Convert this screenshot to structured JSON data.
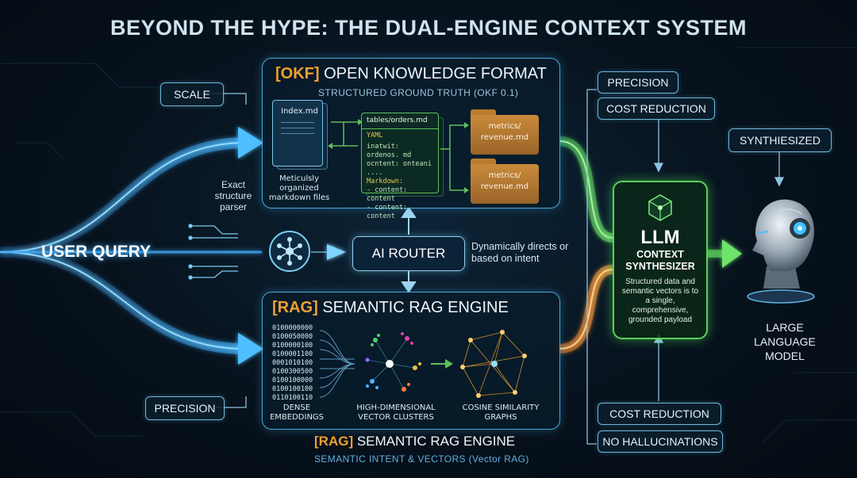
{
  "title": "BEYOND THE HYPE: THE DUAL-ENGINE CONTEXT SYSTEM",
  "left": {
    "user_query": "USER QUERY",
    "scale_label": "SCALE",
    "precision_label": "PRECISION",
    "parser_label": "Exact structure parser"
  },
  "okf": {
    "tag": "[OKF]",
    "title": "OPEN KNOWLEDGE FORMAT",
    "subtitle": "STRUCTURED GROUND TRUTH (OKF 0.1)",
    "index_file": "Index.md",
    "index_caption": "Meticulsly organized markdown files",
    "code_file": "tables/orders.md",
    "code_lines": [
      "YAML",
      "inatwit: ordenos. md",
      "ocntent: onteani",
      "....",
      "Markdown:",
      " - content: content",
      " - content: content",
      "..."
    ],
    "folder_1": "metrics/ revenue.md",
    "folder_2": "metrics/ revenue.md"
  },
  "router": {
    "label": "AI ROUTER",
    "note": "Dynamically directs or based on intent"
  },
  "rag": {
    "tag": "[RAG]",
    "title": "SEMANTIC RAG ENGINE",
    "bits": [
      "0100000000",
      "0100050000",
      "0100000100",
      "0100001100",
      "0001010100",
      "0100300500",
      "0100100000",
      "0100100100",
      "0110100110"
    ],
    "caption_1": "DENSE EMBEDDINGS",
    "caption_2": "HIGH-DIMENSIONAL VECTOR CLUSTERS",
    "caption_3": "COSINE SIMILARITY GRAPHS",
    "footer_tag": "[RAG]",
    "footer_title": "SEMANTIC RAG ENGINE",
    "footer_sub": "SEMANTIC INTENT & VECTORS (Vector RAG)"
  },
  "right": {
    "precision_label": "PRECISION",
    "cost_reduction_top": "COST REDUCTION",
    "cost_reduction_bottom": "COST REDUCTION",
    "no_hallucinations": "NO HALLUCINATIONS",
    "synthesized": "SYNTHIESIZED",
    "llm_title": "LLM",
    "llm_subtitle": "CONTEXT SYNTHESIZER",
    "llm_desc": "Structured data and semantic vectors is to a single, comprehensive, grounded payload",
    "model_label": "LARGE LANGUAGE MODEL"
  },
  "colors": {
    "background": "#07121d",
    "blue_glow": "#3fa9f5",
    "green_glow": "#5bd85a",
    "orange_glow": "#f0932b",
    "accent_tag": "#f0a030"
  }
}
